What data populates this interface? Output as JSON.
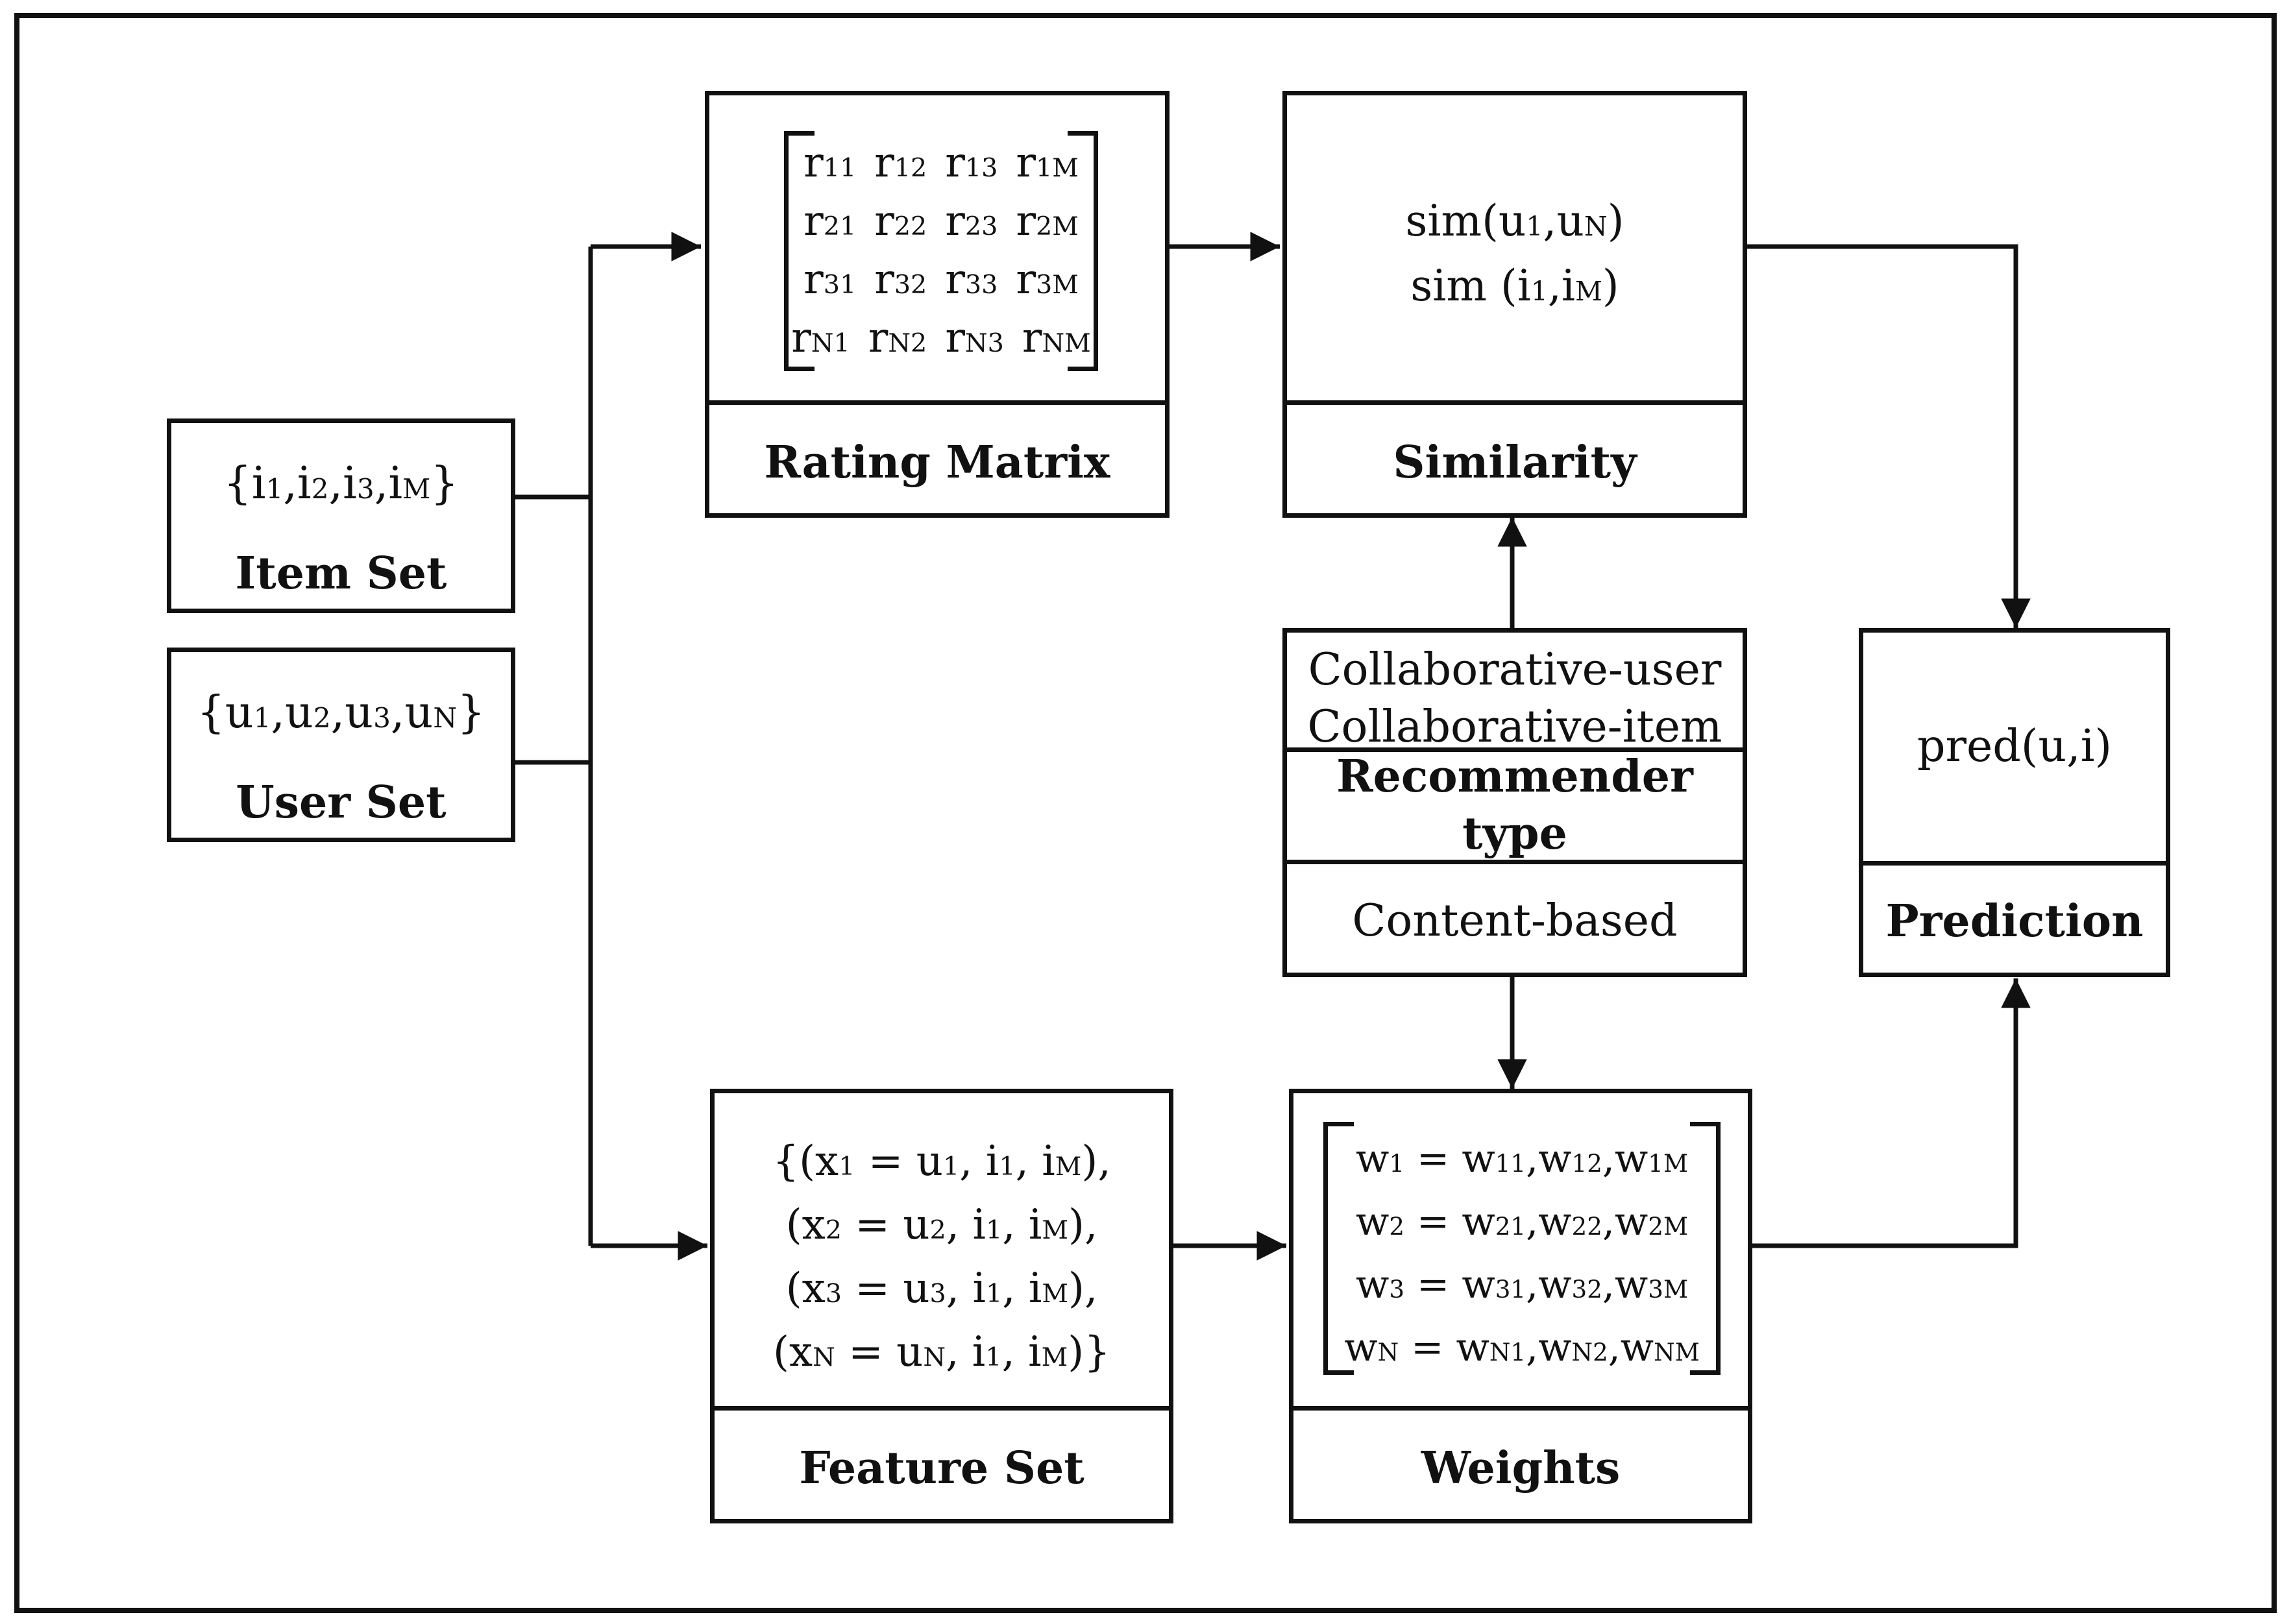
{
  "item_set": {
    "label": "Item Set",
    "value": [
      [
        "i",
        "1"
      ],
      [
        ",i",
        "2"
      ],
      [
        ",i",
        "3"
      ],
      [
        ",i",
        "M"
      ]
    ],
    "open": "{",
    "close": "}"
  },
  "user_set": {
    "label": "User Set",
    "value": [
      [
        "u",
        "1"
      ],
      [
        ",u",
        "2"
      ],
      [
        ",u",
        "3"
      ],
      [
        ",u",
        "N"
      ]
    ],
    "open": "{",
    "close": "}"
  },
  "rating_matrix": {
    "label": "Rating Matrix",
    "rows": [
      [
        [
          "r",
          "11"
        ],
        [
          "r",
          "12"
        ],
        [
          "r",
          "13"
        ],
        [
          "r",
          "1M"
        ]
      ],
      [
        [
          "r",
          "21"
        ],
        [
          "r",
          "22"
        ],
        [
          "r",
          "23"
        ],
        [
          "r",
          "2M"
        ]
      ],
      [
        [
          "r",
          "31"
        ],
        [
          "r",
          "32"
        ],
        [
          "r",
          "33"
        ],
        [
          "r",
          "3M"
        ]
      ],
      [
        [
          "r",
          "N1"
        ],
        [
          "r",
          "N2"
        ],
        [
          "r",
          "N3"
        ],
        [
          "r",
          "NM"
        ]
      ]
    ]
  },
  "similarity": {
    "label": "Similarity",
    "lines": [
      [
        [
          "sim(u",
          ""
        ],
        [
          "",
          "1"
        ],
        [
          ",u",
          ""
        ],
        [
          "",
          "N"
        ],
        [
          ")",
          ""
        ]
      ],
      [
        [
          "sim (i",
          ""
        ],
        [
          "",
          "1"
        ],
        [
          ",i",
          ""
        ],
        [
          "",
          "M"
        ],
        [
          ")",
          ""
        ]
      ]
    ]
  },
  "recommender": {
    "top_line1": "Collaborative-user",
    "top_line2": "Collaborative-item",
    "label_line1": "Recommender",
    "label_line2": "type",
    "bottom": "Content-based"
  },
  "prediction": {
    "label": "Prediction",
    "value": "pred(u,i)"
  },
  "feature_set": {
    "label": "Feature Set",
    "lines": [
      [
        [
          "{(x",
          ""
        ],
        [
          "",
          "1"
        ],
        [
          " = u",
          ""
        ],
        [
          "",
          "1"
        ],
        [
          ", i",
          ""
        ],
        [
          "",
          "1"
        ],
        [
          ", i",
          ""
        ],
        [
          "",
          "M"
        ],
        [
          "),",
          ""
        ]
      ],
      [
        [
          "(x",
          ""
        ],
        [
          "",
          "2"
        ],
        [
          " = u",
          ""
        ],
        [
          "",
          "2"
        ],
        [
          ", i",
          ""
        ],
        [
          "",
          "1"
        ],
        [
          ", i",
          ""
        ],
        [
          "",
          "M"
        ],
        [
          "),",
          ""
        ]
      ],
      [
        [
          "(x",
          ""
        ],
        [
          "",
          "3"
        ],
        [
          " = u",
          ""
        ],
        [
          "",
          "3"
        ],
        [
          ", i",
          ""
        ],
        [
          "",
          "1"
        ],
        [
          ", i",
          ""
        ],
        [
          "",
          "M"
        ],
        [
          "),",
          ""
        ]
      ],
      [
        [
          "(x",
          ""
        ],
        [
          "",
          "N"
        ],
        [
          " = u",
          ""
        ],
        [
          "",
          "N"
        ],
        [
          ", i",
          ""
        ],
        [
          "",
          "1"
        ],
        [
          ", i",
          ""
        ],
        [
          "",
          "M"
        ],
        [
          ")}",
          ""
        ]
      ]
    ]
  },
  "weights": {
    "label": "Weights",
    "lines": [
      [
        [
          "w",
          ""
        ],
        [
          "",
          "1"
        ],
        [
          " = w",
          ""
        ],
        [
          "",
          "11"
        ],
        [
          ",w",
          ""
        ],
        [
          "",
          "12"
        ],
        [
          ",w",
          ""
        ],
        [
          "",
          "1M"
        ]
      ],
      [
        [
          "w",
          ""
        ],
        [
          "",
          "2"
        ],
        [
          " = w",
          ""
        ],
        [
          "",
          "21"
        ],
        [
          ",w",
          ""
        ],
        [
          "",
          "22"
        ],
        [
          ",w",
          ""
        ],
        [
          "",
          "2M"
        ]
      ],
      [
        [
          "w",
          ""
        ],
        [
          "",
          "3"
        ],
        [
          " = w",
          ""
        ],
        [
          "",
          "31"
        ],
        [
          ",w",
          ""
        ],
        [
          "",
          "32"
        ],
        [
          ",w",
          ""
        ],
        [
          "",
          "3M"
        ]
      ],
      [
        [
          "w",
          ""
        ],
        [
          "",
          "N"
        ],
        [
          " = w",
          ""
        ],
        [
          "",
          "N1"
        ],
        [
          ",w",
          ""
        ],
        [
          "",
          "N2"
        ],
        [
          ",w",
          ""
        ],
        [
          "",
          "NM"
        ]
      ]
    ]
  },
  "colors": {
    "stroke": "#111111",
    "background": "#ffffff"
  }
}
